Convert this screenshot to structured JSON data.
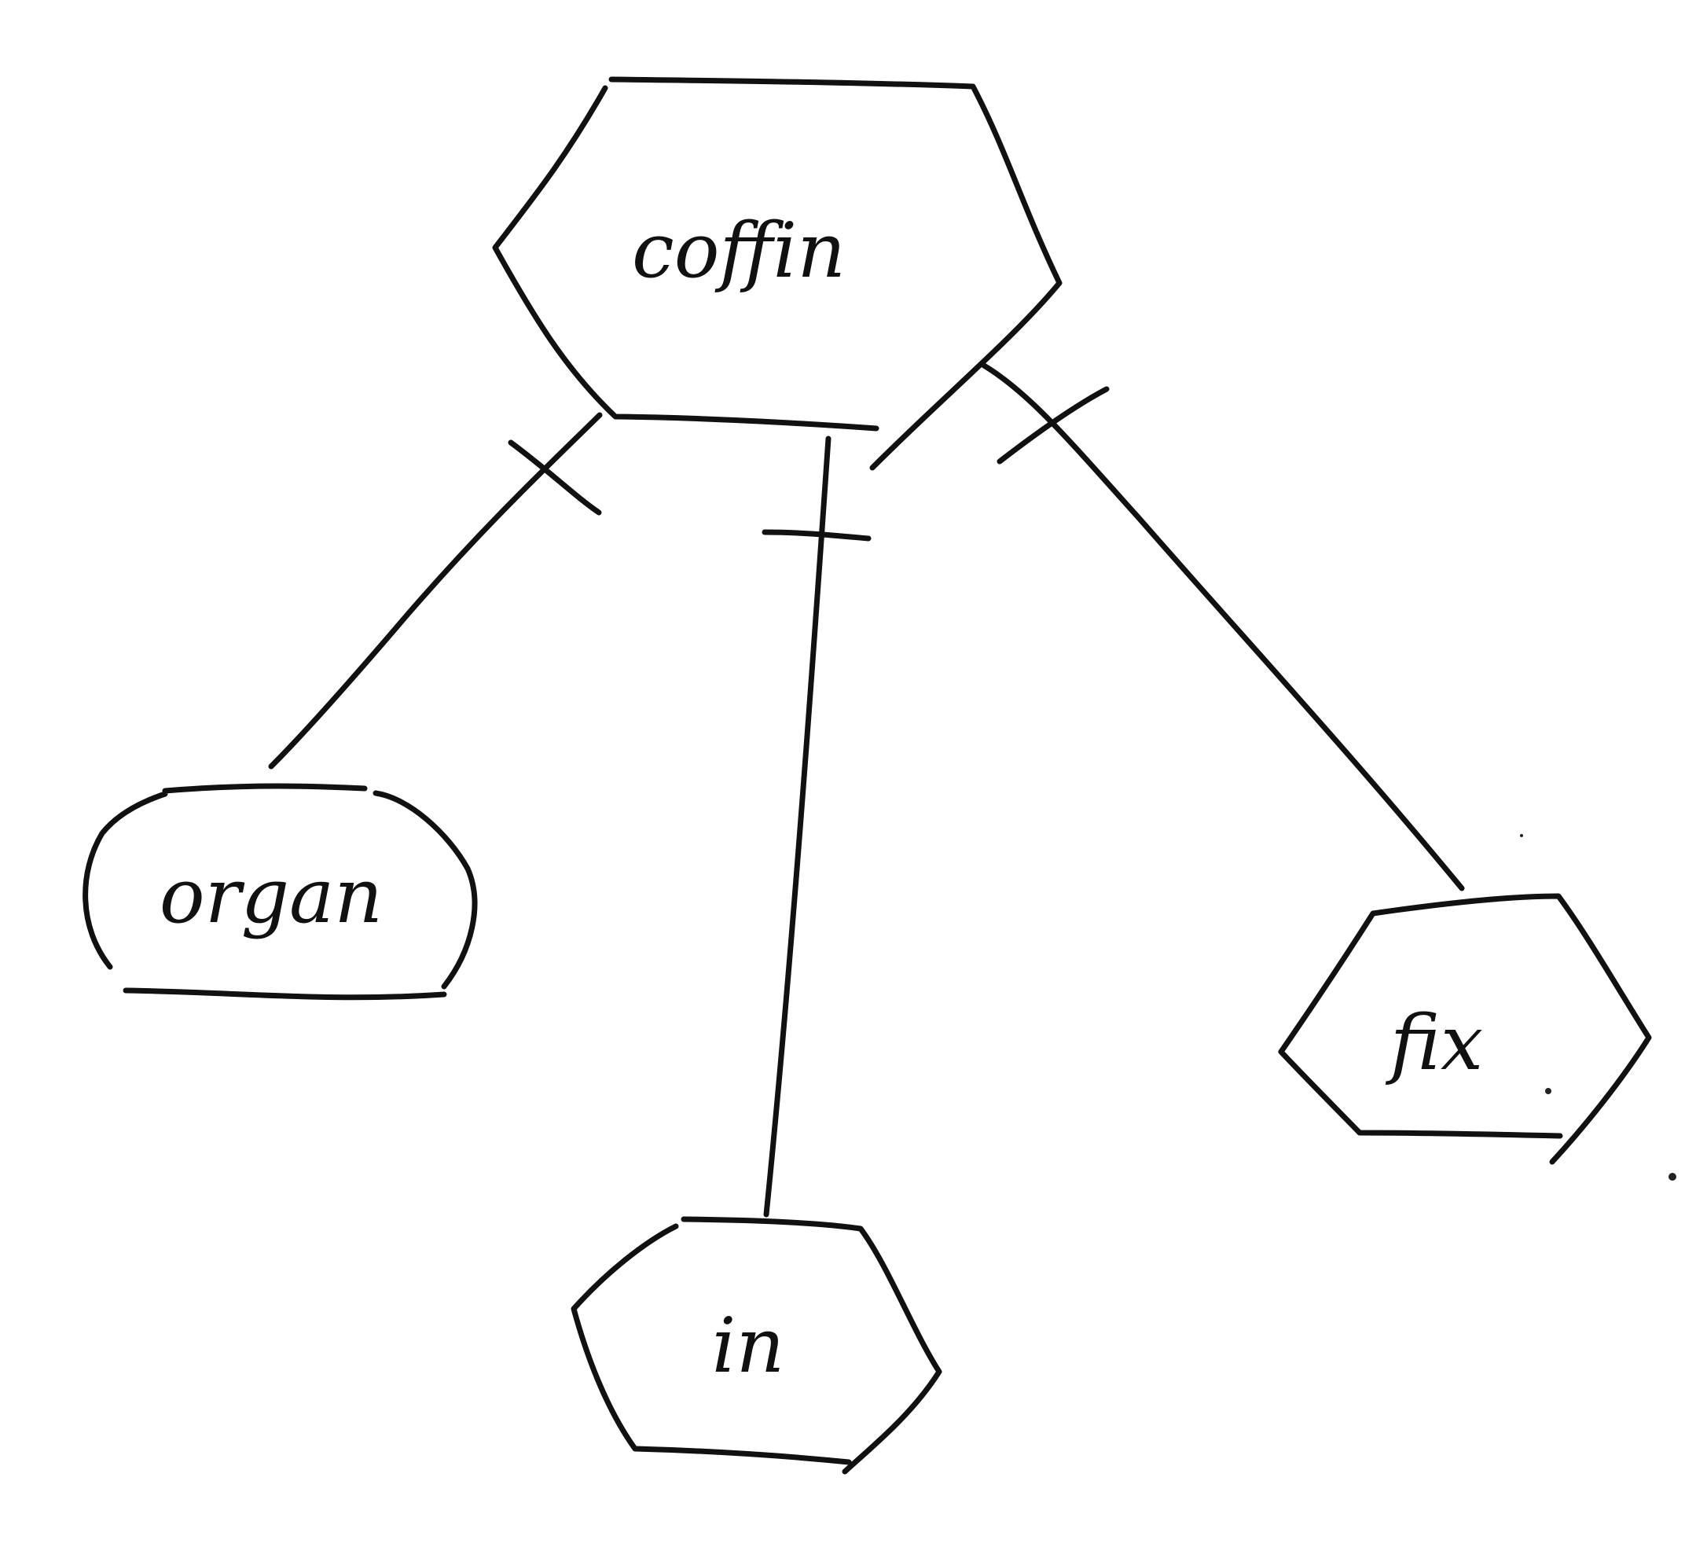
{
  "diagram": {
    "nodes": {
      "coffin": {
        "label": "coffin",
        "shape": "hexagon"
      },
      "organ": {
        "label": "organ",
        "shape": "rounded-rectangle"
      },
      "in": {
        "label": "in",
        "shape": "hexagon"
      },
      "fix": {
        "label": "fix",
        "shape": "hexagon"
      }
    },
    "edges": [
      {
        "from": "coffin",
        "to": "organ"
      },
      {
        "from": "coffin",
        "to": "in"
      },
      {
        "from": "coffin",
        "to": "fix"
      }
    ],
    "colors": {
      "ink": "#111111",
      "background": "#ffffff"
    }
  }
}
